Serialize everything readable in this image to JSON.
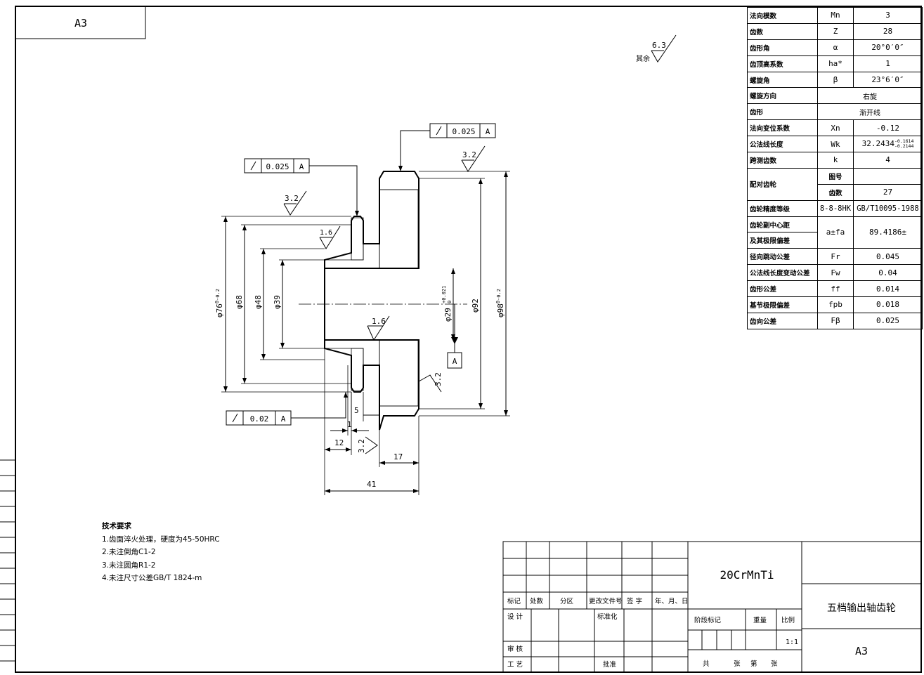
{
  "sheet": {
    "format": "A3",
    "surface_finish_rest": {
      "label": "其余",
      "value": "6.3"
    }
  },
  "gear_parameters": [
    {
      "label": "法向模数",
      "symbol": "Mn",
      "value": "3"
    },
    {
      "label": "齿数",
      "symbol": "Z",
      "value": "28"
    },
    {
      "label": "齿形角",
      "symbol": "α",
      "value": "20°0′0″"
    },
    {
      "label": "齿顶高系数",
      "symbol": "ha*",
      "value": "1"
    },
    {
      "label": "螺旋角",
      "symbol": "β",
      "value": "23°6′0″"
    },
    {
      "label": "螺旋方向",
      "symbol": "",
      "value": "右旋"
    },
    {
      "label": "齿形",
      "symbol": "",
      "value": "渐开线"
    },
    {
      "label": "法向变位系数",
      "symbol": "Xn",
      "value": "-0.12"
    },
    {
      "label": "公法线长度",
      "symbol": "Wk",
      "value": "32.2434",
      "tol_upper": "-0.1614",
      "tol_lower": "-0.2144"
    },
    {
      "label": "跨测齿数",
      "symbol": "k",
      "value": "4"
    },
    {
      "label": "配对齿轮",
      "symbol": "图号",
      "value": ""
    },
    {
      "label": "",
      "symbol": "齿数",
      "value": "27"
    },
    {
      "label": "齿轮精度等级",
      "symbol": "8-8-8HK",
      "value": "GB/T10095-1988"
    },
    {
      "label": "齿轮副中心距",
      "symbol": "a±fa",
      "value": "89.4186±"
    },
    {
      "label": "及其极限偏差",
      "symbol": "",
      "value": ""
    },
    {
      "label": "径向跳动公差",
      "symbol": "Fr",
      "value": "0.045"
    },
    {
      "label": "公法线长度变动公差",
      "symbol": "Fw",
      "value": "0.04"
    },
    {
      "label": "齿形公差",
      "symbol": "ff",
      "value": "0.014"
    },
    {
      "label": "基节极限偏差",
      "symbol": "fpb",
      "value": "0.018"
    },
    {
      "label": "齿向公差",
      "symbol": "Fβ",
      "value": "0.025"
    }
  ],
  "drawing": {
    "tolerance_frames": [
      {
        "value": "0.025",
        "datum": "A"
      },
      {
        "value": "0.025",
        "datum": "A"
      },
      {
        "value": "0.02",
        "datum": "A"
      }
    ],
    "datum_label": "A",
    "roughness": [
      "3.2",
      "3.2",
      "1.6",
      "1.6",
      "3.2",
      "3.2"
    ],
    "dimensions": {
      "d76": "φ76",
      "d76_tol_u": "0",
      "d76_tol_l": "-0.2",
      "d68": "φ68",
      "d48": "φ48",
      "d39": "φ39",
      "d29": "φ29",
      "d29_tol_u": "+0.021",
      "d29_tol_l": "0",
      "d92": "φ92",
      "d98": "φ98",
      "d98_tol_u": "0",
      "d98_tol_l": "-0.2",
      "w5": "5",
      "w1": "1",
      "w12": "12",
      "w17": "17",
      "w41": "41"
    }
  },
  "tech_requirements": {
    "title": "技术要求",
    "items": [
      "1.齿面淬火处理，硬度为45-50HRC",
      "2.未注倒角C1-2",
      "3.未注圆角R1-2",
      "4.未注尺寸公差GB/T 1824-m"
    ]
  },
  "title_block": {
    "material": "20CrMnTi",
    "part_name": "五档输出轴齿轮",
    "format": "A3",
    "scale": "1:1",
    "headers": {
      "mark": "标记",
      "count": "处数",
      "zone": "分区",
      "doc_no": "更改文件号",
      "sign": "签 字",
      "date": "年、月、日",
      "design": "设 计",
      "standardize": "标准化",
      "review": "审 核",
      "process": "工 艺",
      "approve": "批准",
      "stage": "阶段标记",
      "weight": "重量",
      "ratio": "比例",
      "sheets_total": "共",
      "sheets_unit": "张",
      "sheet_no": "第",
      "sheet_unit2": "张"
    }
  }
}
